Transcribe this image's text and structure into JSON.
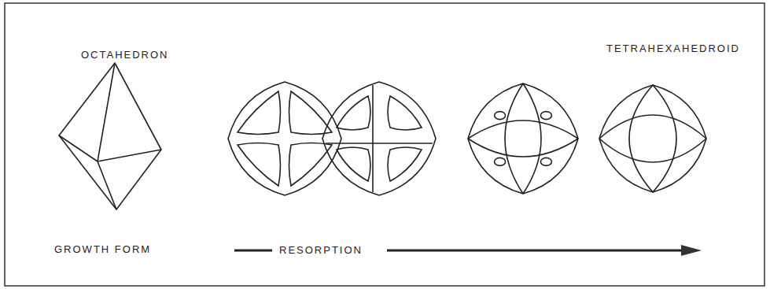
{
  "diagram": {
    "labels": [
      "OCTAHEDRON",
      "TETRAHEXAHEDROID",
      "GROWTH FORM",
      "RESORPTION"
    ]
  }
}
